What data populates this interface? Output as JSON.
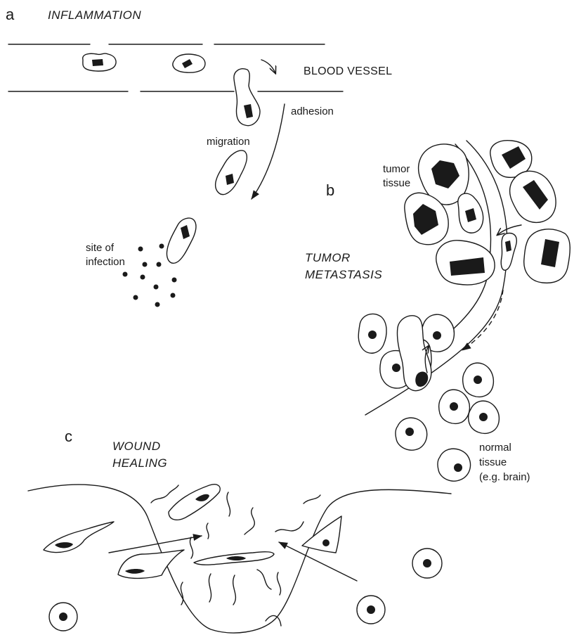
{
  "panel_a": {
    "letter": "a",
    "title": "INFLAMMATION",
    "vessel_label": "BLOOD VESSEL",
    "adhesion_label": "adhesion",
    "migration_label": "migration",
    "site_label_line1": "site of",
    "site_label_line2": "infection"
  },
  "panel_b": {
    "letter": "b",
    "title_line1": "TUMOR",
    "title_line2": "METASTASIS",
    "tumor_label_line1": "tumor",
    "tumor_label_line2": "tissue",
    "normal_label_line1": "normal",
    "normal_label_line2": "tissue",
    "normal_label_line3": "(e.g. brain)"
  },
  "panel_c": {
    "letter": "c",
    "title_line1": "WOUND",
    "title_line2": "HEALING"
  }
}
